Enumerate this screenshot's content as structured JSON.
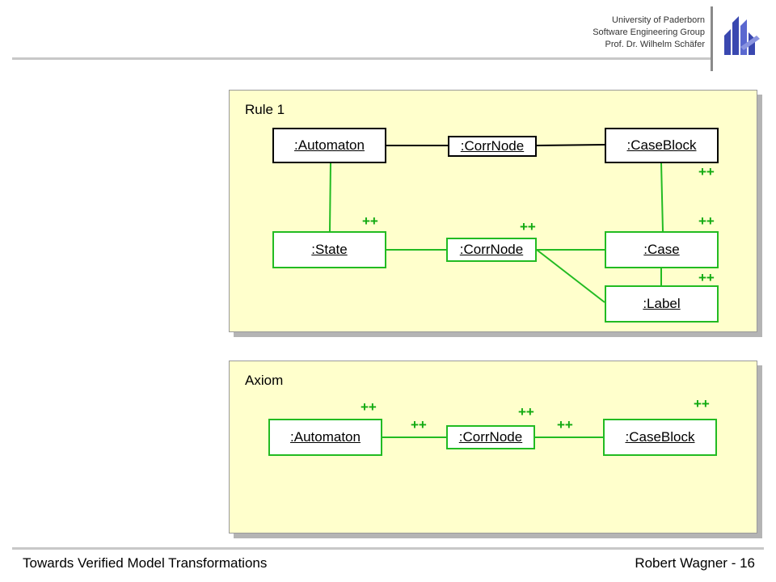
{
  "header": {
    "university": "University of Paderborn",
    "group": "Software Engineering Group",
    "professor": "Prof. Dr. Wilhelm Schäfer"
  },
  "rule1": {
    "title": "Rule 1",
    "nodes": {
      "automaton": ":Automaton",
      "corrnode_top": ":CorrNode",
      "caseblock": ":CaseBlock",
      "state": ":State",
      "corrnode_mid": ":CorrNode",
      "case": ":Case",
      "label": ":Label"
    },
    "marker": "++"
  },
  "axiom": {
    "title": "Axiom",
    "nodes": {
      "automaton": ":Automaton",
      "corrnode": ":CorrNode",
      "caseblock": ":CaseBlock"
    },
    "marker": "++"
  },
  "footer": {
    "left": "Towards Verified Model Transformations",
    "right": "Robert Wagner - 16"
  },
  "colors": {
    "create": "#22bb22",
    "existing": "#000000",
    "panel_bg": "#ffffcc",
    "logo": "#3a48b0"
  },
  "icons": [
    "university-logo-icon"
  ]
}
